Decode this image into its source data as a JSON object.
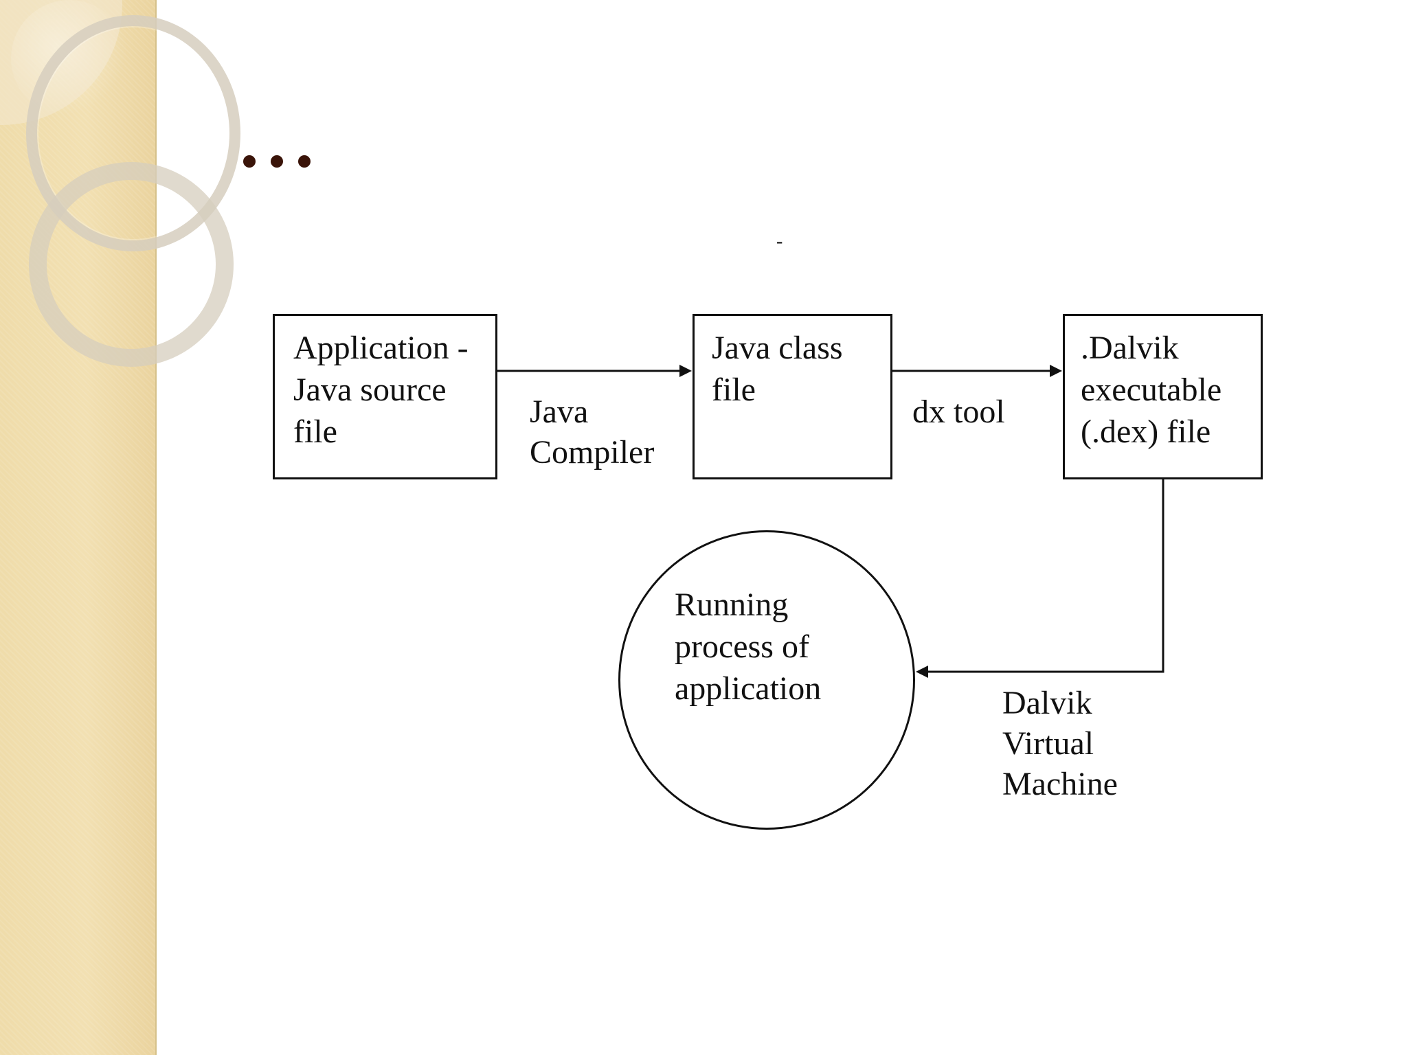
{
  "slide": {
    "title_marker": "...",
    "small_mark": "-"
  },
  "diagram": {
    "nodes": {
      "source_file": "Application -\nJava source\nfile",
      "class_file": "Java class\nfile",
      "dex_file": ".Dalvik\nexecutable\n(.dex) file",
      "running_process": "Running\nprocess of\napplication"
    },
    "edge_labels": {
      "java_compiler": "Java\nCompiler",
      "dx_tool": "dx tool",
      "dalvik_vm": "Dalvik\nVirtual\nMachine"
    }
  },
  "colors": {
    "background": "#ffffff",
    "left_band": "#f0ddb0",
    "ring": "#d6cebe",
    "title_dots": "#3a1409",
    "lines": "#111111"
  }
}
